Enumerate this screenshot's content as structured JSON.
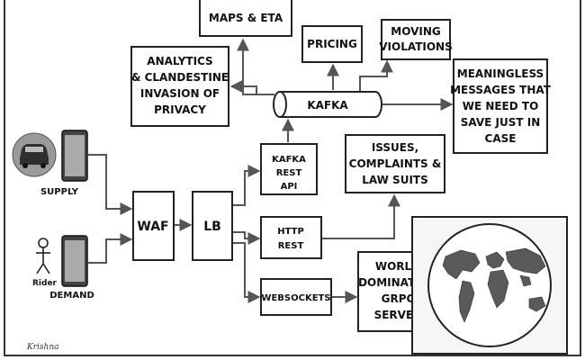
{
  "nodes": {
    "maps_eta": "MAPS & ETA",
    "pricing": "PRICING",
    "moving_violations": [
      "MOVING",
      "VIOLATIONS"
    ],
    "analytics": [
      "ANALYTICS",
      "& CLANDESTINE",
      "INVASION OF",
      "PRIVACY"
    ],
    "kafka": "KAFKA",
    "meaningless": [
      "MEANINGLESS",
      "MESSAGES THAT",
      "WE NEED TO",
      "SAVE JUST IN",
      "CASE"
    ],
    "kafka_rest_api": [
      "KAFKA",
      "REST",
      "API"
    ],
    "issues": [
      "ISSUES,",
      "COMPLAINTS &",
      "LAW SUITS"
    ],
    "waf": "WAF",
    "lb": "LB",
    "http_rest": [
      "HTTP",
      "REST"
    ],
    "websockets": "WEBSOCKETS",
    "world_domination": [
      "WORLD",
      "DOMINATION",
      "GRPC",
      "SERVER"
    ]
  },
  "actors": {
    "supply": "SUPPLY",
    "rider": "Rider",
    "demand": "DEMAND"
  },
  "signature": "Krishna"
}
